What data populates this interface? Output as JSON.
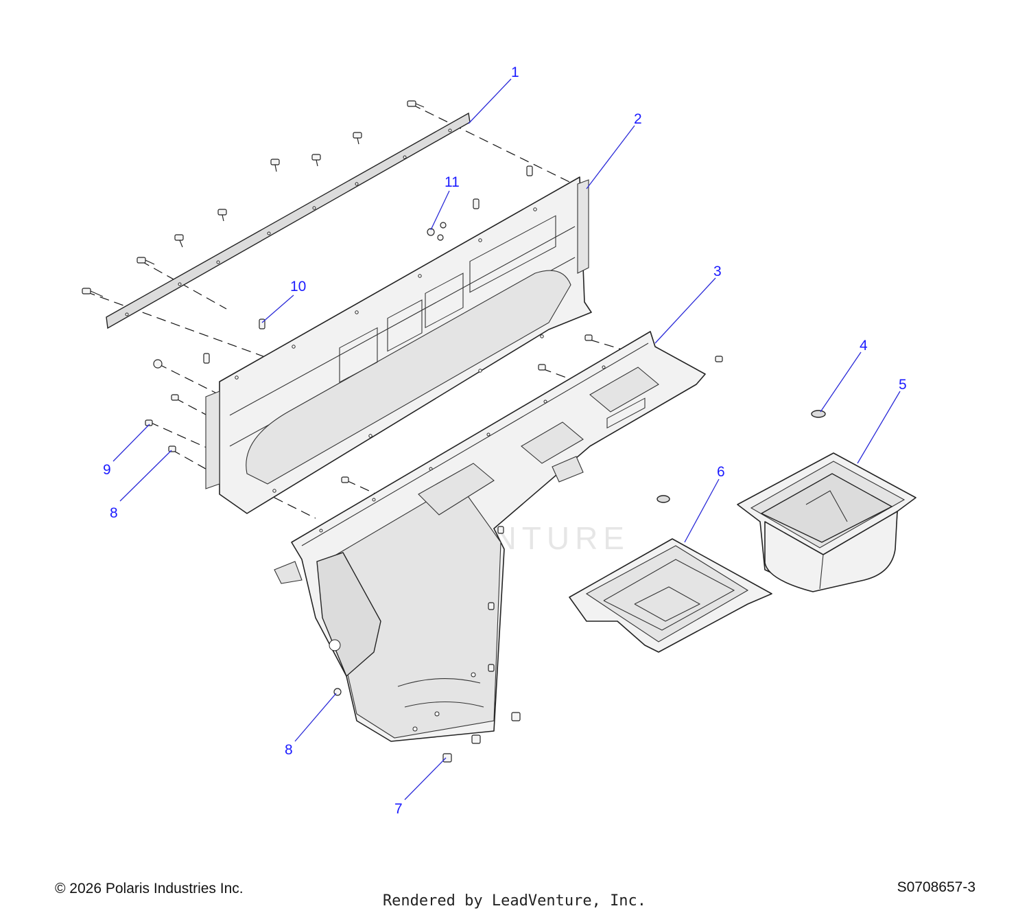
{
  "diagram": {
    "callouts": {
      "c1": "1",
      "c2": "2",
      "c3": "3",
      "c4": "4",
      "c5": "5",
      "c6": "6",
      "c7": "7",
      "c8a": "8",
      "c8b": "8",
      "c9": "9",
      "c10": "10",
      "c11": "11"
    },
    "watermark": "LEADVENTURE"
  },
  "footer": {
    "copyright": "© 2026 Polaris Industries Inc.",
    "diagram_id": "S0708657-3",
    "rendered_by": "Rendered by LeadVenture, Inc."
  }
}
